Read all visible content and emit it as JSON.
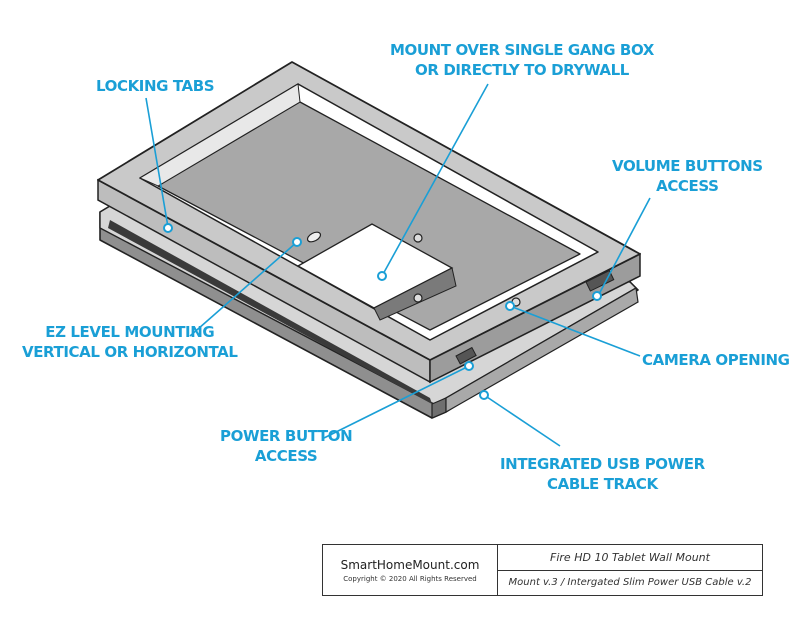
{
  "accent_color": "#1a9fd6",
  "callouts": {
    "locking_tabs": "LOCKING TABS",
    "mount_line1": "MOUNT OVER SINGLE GANG BOX",
    "mount_line2": "OR DIRECTLY TO DRYWALL",
    "volume_line1": "VOLUME BUTTONS",
    "volume_line2": "ACCESS",
    "ez_line1": "EZ LEVEL MOUNTING",
    "ez_line2": "VERTICAL OR HORIZONTAL",
    "camera": "CAMERA OPENING",
    "power_line1": "POWER BUTTON",
    "power_line2": "ACCESS",
    "usb_line1": "INTEGRATED USB POWER",
    "usb_line2": "CABLE TRACK"
  },
  "title_block": {
    "site": "SmartHomeMount.com",
    "copyright": "Copyright © 2020  All Rights Reserved",
    "product": "Fire HD 10 Tablet Wall Mount",
    "version": "Mount v.3 / Intergated Slim Power USB Cable v.2"
  }
}
